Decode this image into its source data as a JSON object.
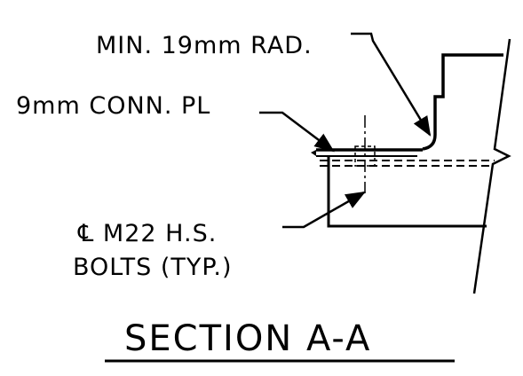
{
  "labels": {
    "radius_note": "MIN. 19mm RAD.",
    "plate_note": "9mm CONN. PL",
    "bolt_note_line1": "℄ M22 H.S.",
    "bolt_note_line2": "BOLTS (TYP.)",
    "section_title": "SECTION A-A"
  },
  "colors": {
    "ink": "#000000",
    "paper": "#ffffff"
  }
}
